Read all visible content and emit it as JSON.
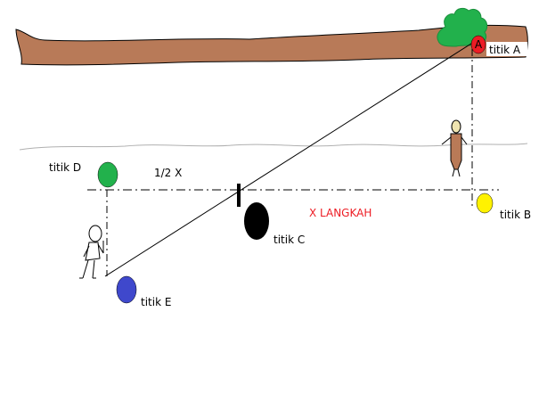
{
  "labels": {
    "point_a": "titik A",
    "point_b": "titik B",
    "point_c": "titik C",
    "point_d": "titik D",
    "point_e": "titik E",
    "half_x": "1/2 X",
    "x_steps": "X LANGKAH",
    "marker_a": "A"
  },
  "colors": {
    "river_bank": "#b87a58",
    "bush": "#22b14c",
    "point_a": "#ed1c24",
    "point_b": "#fff200",
    "point_c": "#000000",
    "point_d": "#22b14c",
    "point_e": "#3f48cc",
    "x_steps_text": "#ed1c24",
    "person_body": "#b97a57",
    "person_head": "#efe4b0"
  },
  "icons": {
    "bush": "tree-icon",
    "walker": "person-walking-icon",
    "standing_person": "person-standing-icon",
    "measuring_pole": "stick-marker-icon"
  }
}
